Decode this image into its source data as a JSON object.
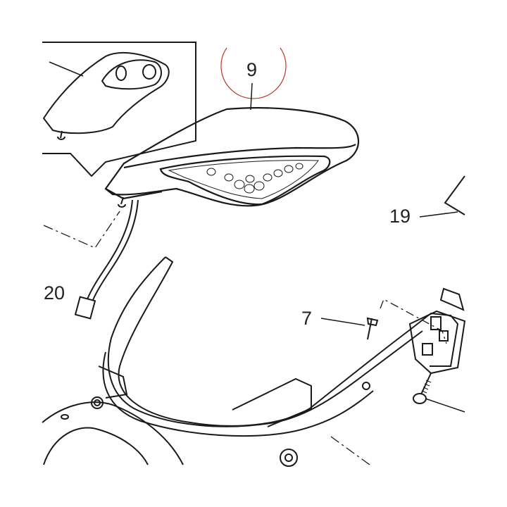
{
  "diagram": {
    "callouts": {
      "part_9": "9",
      "part_19": "19",
      "part_20": "20",
      "part_7": "7"
    },
    "highlight_color": "#c0392b",
    "line_color": "#1a1a1a"
  }
}
